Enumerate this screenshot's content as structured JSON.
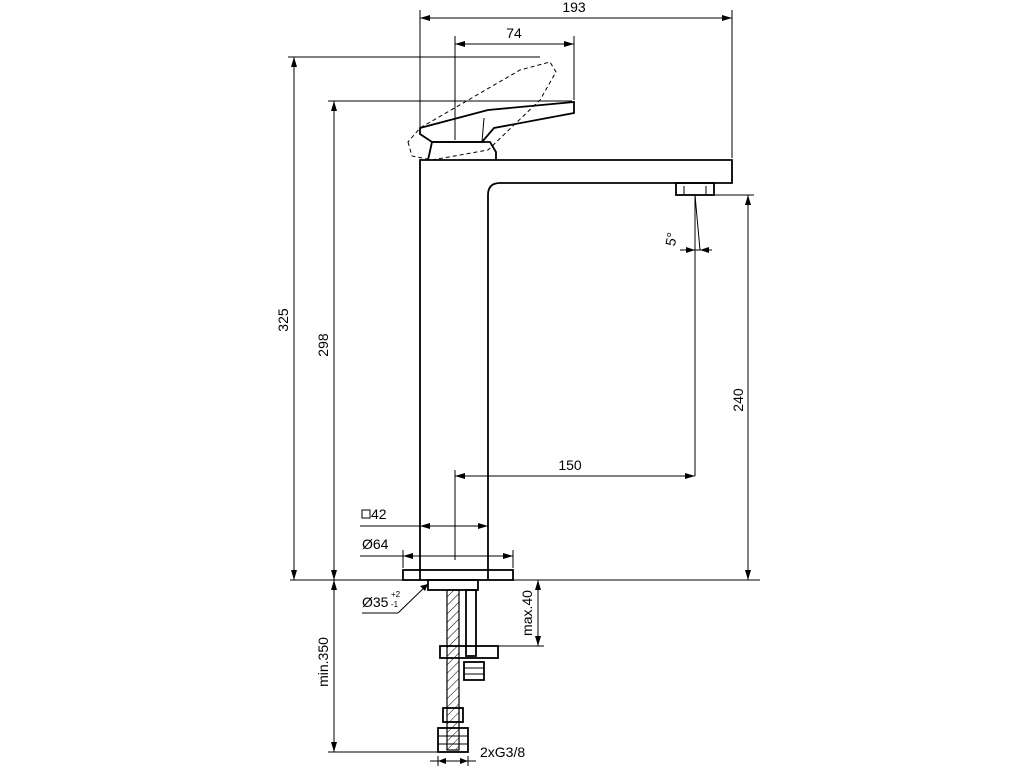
{
  "dimensions": {
    "overall_width": "193",
    "lever_reach": "74",
    "overall_height": "325",
    "lever_height": "298",
    "spout_height": "240",
    "spout_projection": "150",
    "body_square": "42",
    "base_diameter": "Ø64",
    "spray_angle": "5°",
    "hole_diameter": "Ø35",
    "hole_tol_plus": "+2",
    "hole_tol_minus": "-1",
    "max_thickness": "max.40",
    "min_hose_length": "min.350",
    "connection": "2xG3/8"
  },
  "icons": {
    "square_symbol": "square-symbol-icon"
  }
}
